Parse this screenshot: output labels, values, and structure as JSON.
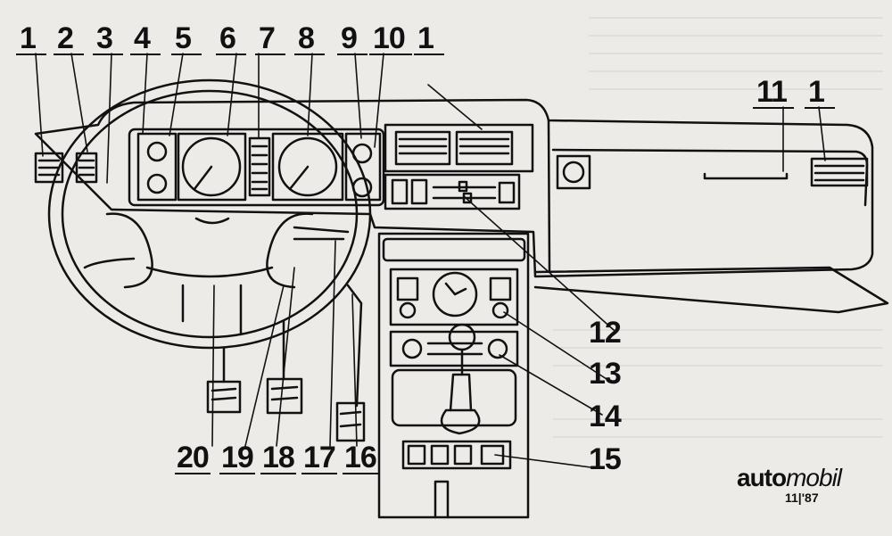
{
  "callouts": {
    "n1a": "1",
    "n2": "2",
    "n3": "3",
    "n4": "4",
    "n5": "5",
    "n6": "6",
    "n7": "7",
    "n8": "8",
    "n9": "9",
    "n10": "10",
    "n1b": "1",
    "n11": "11",
    "n1c": "1",
    "n12": "12",
    "n13": "13",
    "n14": "14",
    "n15": "15",
    "n16": "16",
    "n17": "17",
    "n18": "18",
    "n19": "19",
    "n20": "20"
  },
  "brand": {
    "word_bold": "auto",
    "word_light": "mobil",
    "issue": "11|'87"
  },
  "colors": {
    "paper": "#ecebe8",
    "ink": "#111111"
  }
}
